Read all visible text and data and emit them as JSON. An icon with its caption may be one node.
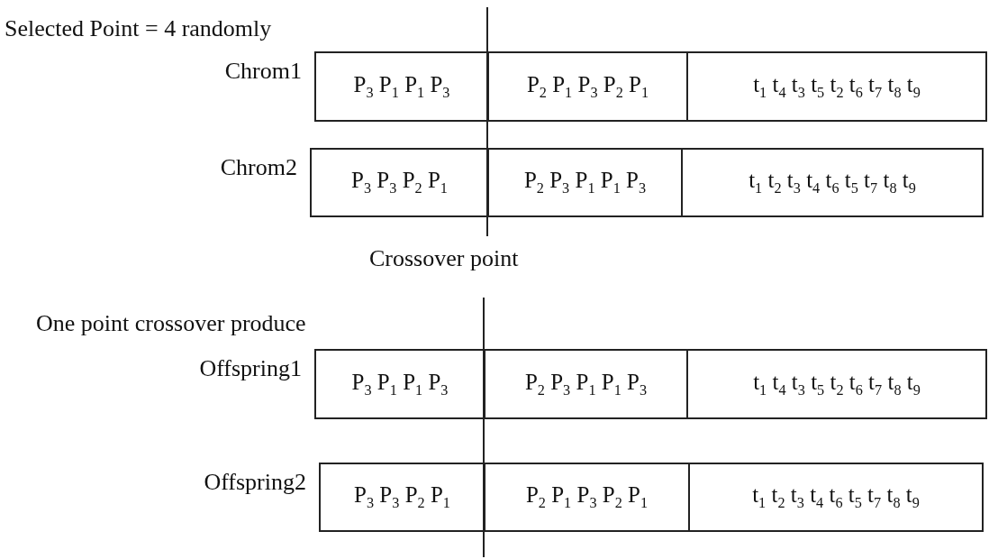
{
  "diagram": {
    "nodes": [
      {
        "text": [],
        "shape": "box",
        "beside": [
          "Chrom1"
        ]
      },
      {
        "text": [
          "P$_{3}$ P$_{1}$ P$_{1}$ P$_{3}$"
        ],
        "in": 0
      },
      {
        "text": [
          "P$_{2}$ P$_{1}$ P$_{3}$ P$_{2}$ P$_{1}$"
        ],
        "in": 0
      },
      {
        "text": [
          "t$_{1}$ t$_{4}$ t$_{3}$ t$_{5}$ t$_{2}$ t$_{6}$ t$_{7}$ t$_{8}$ t$_{9}$"
        ],
        "in": 0
      },
      {
        "text": [],
        "shape": "box",
        "beside": [
          "Chrom2"
        ]
      },
      {
        "text": [
          "P$_{3}$ P$_{3}$ P$_{2}$ P$_{1}$"
        ],
        "in": 4
      },
      {
        "text": [
          "P$_{2}$ P$_{3}$ P$_{1}$ P$_{1}$ P$_{3}$"
        ],
        "in": 4
      },
      {
        "text": [
          "t$_{1}$ t$_{2}$ t$_{3}$ t$_{4}$ t$_{6}$ t$_{5}$ t$_{7}$ t$_{8}$ t$_{9}$"
        ],
        "in": 4
      },
      {
        "text": [],
        "shape": "box",
        "beside": [
          "Offspring1"
        ]
      },
      {
        "text": [
          "P$_{3}$ P$_{1}$ P$_{1}$ P$_{3}$"
        ],
        "in": 8
      },
      {
        "text": [
          "P$_{2}$ P$_{3}$ P$_{1}$ P$_{1}$ P$_{3}$"
        ],
        "in": 8
      },
      {
        "text": [
          "t$_{1}$ t$_{4}$ t$_{3}$ t$_{5}$ t$_{2}$ t$_{6}$ t$_{7}$ t$_{8}$ t$_{9}$"
        ],
        "in": 8
      },
      {
        "text": [],
        "shape": "box",
        "beside": [
          "Offspring2"
        ]
      },
      {
        "text": [
          "P$_{3}$ P$_{3}$ P$_{2}$ P$_{1}$"
        ],
        "in": 12
      },
      {
        "text": [
          "P$_{2}$ P$_{1}$ P$_{3}$ P$_{2}$ P$_{1}$"
        ],
        "in": 12
      },
      {
        "text": [
          "t$_{1}$ t$_{2}$ t$_{3}$ t$_{4}$ t$_{6}$ t$_{5}$ t$_{7}$ t$_{8}$ t$_{9}$"
        ],
        "in": 12
      }
    ],
    "edges": [],
    "labels": [
      "Selected Point = 4 randomly",
      "Crossover point",
      "One point crossover produce"
    ]
  }
}
